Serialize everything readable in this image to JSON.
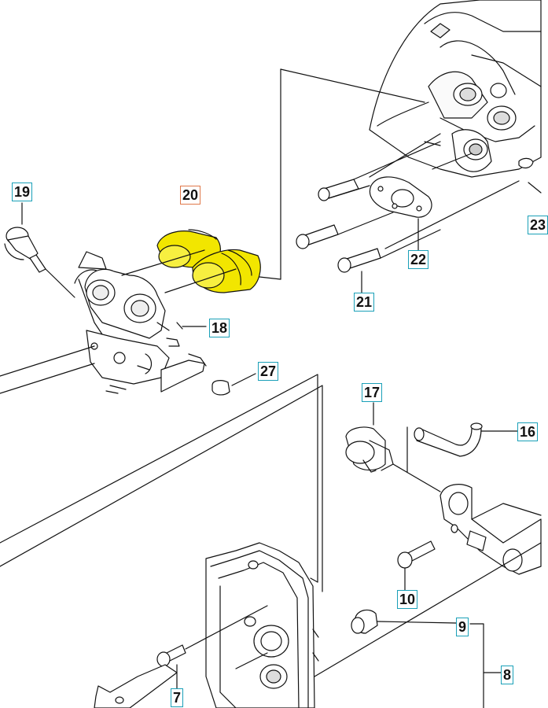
{
  "labels": {
    "p19": "19",
    "p20": "20",
    "p18": "18",
    "p27": "27",
    "p22": "22",
    "p21": "21",
    "p23": "23",
    "p17": "17",
    "p16": "16",
    "p10": "10",
    "p9": "9",
    "p8": "8",
    "p7": "7"
  },
  "colors": {
    "highlight_part": "#f2e600",
    "label_border": "#1aa0b8",
    "highlight_label_border": "#e0784a",
    "line": "#111111"
  }
}
